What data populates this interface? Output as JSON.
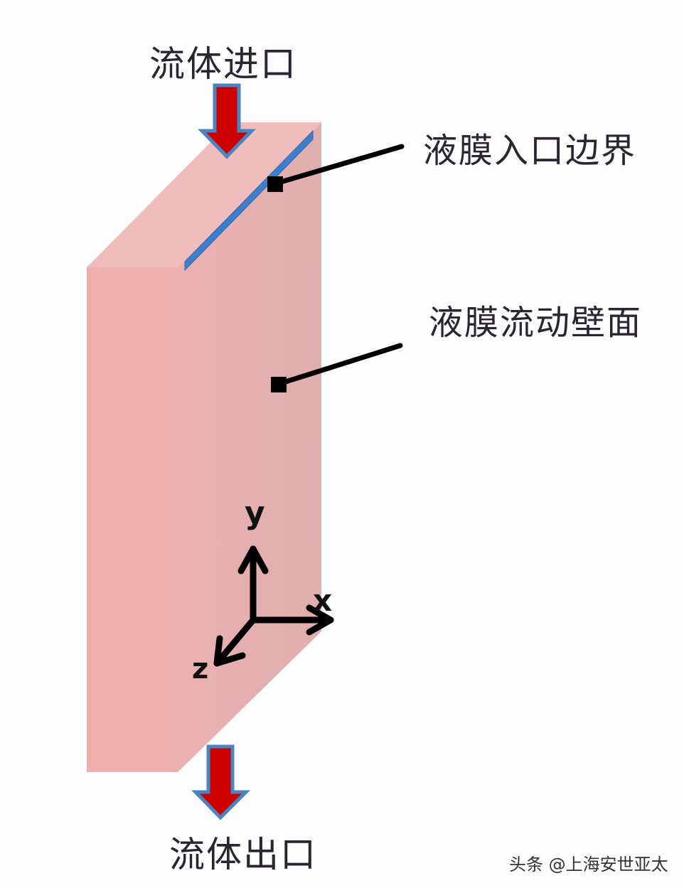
{
  "labels": {
    "fluid_inlet": "流体进口",
    "film_inlet_boundary": "液膜入口边界",
    "film_flow_wall": "液膜流动壁面",
    "fluid_outlet": "流体出口"
  },
  "axes": {
    "x": "x",
    "y": "y",
    "z": "z"
  },
  "watermark": "头条 @上海安世亚太",
  "colors": {
    "background": "#fdfcfe",
    "box_front": "#edaeae",
    "box_side": "#e2adad",
    "box_top": "#f0bcbc",
    "inlet_strip": "#3d7fcc",
    "arrow_fill": "#cc0000",
    "arrow_border": "#4a85c0",
    "leader_line": "#000000"
  }
}
